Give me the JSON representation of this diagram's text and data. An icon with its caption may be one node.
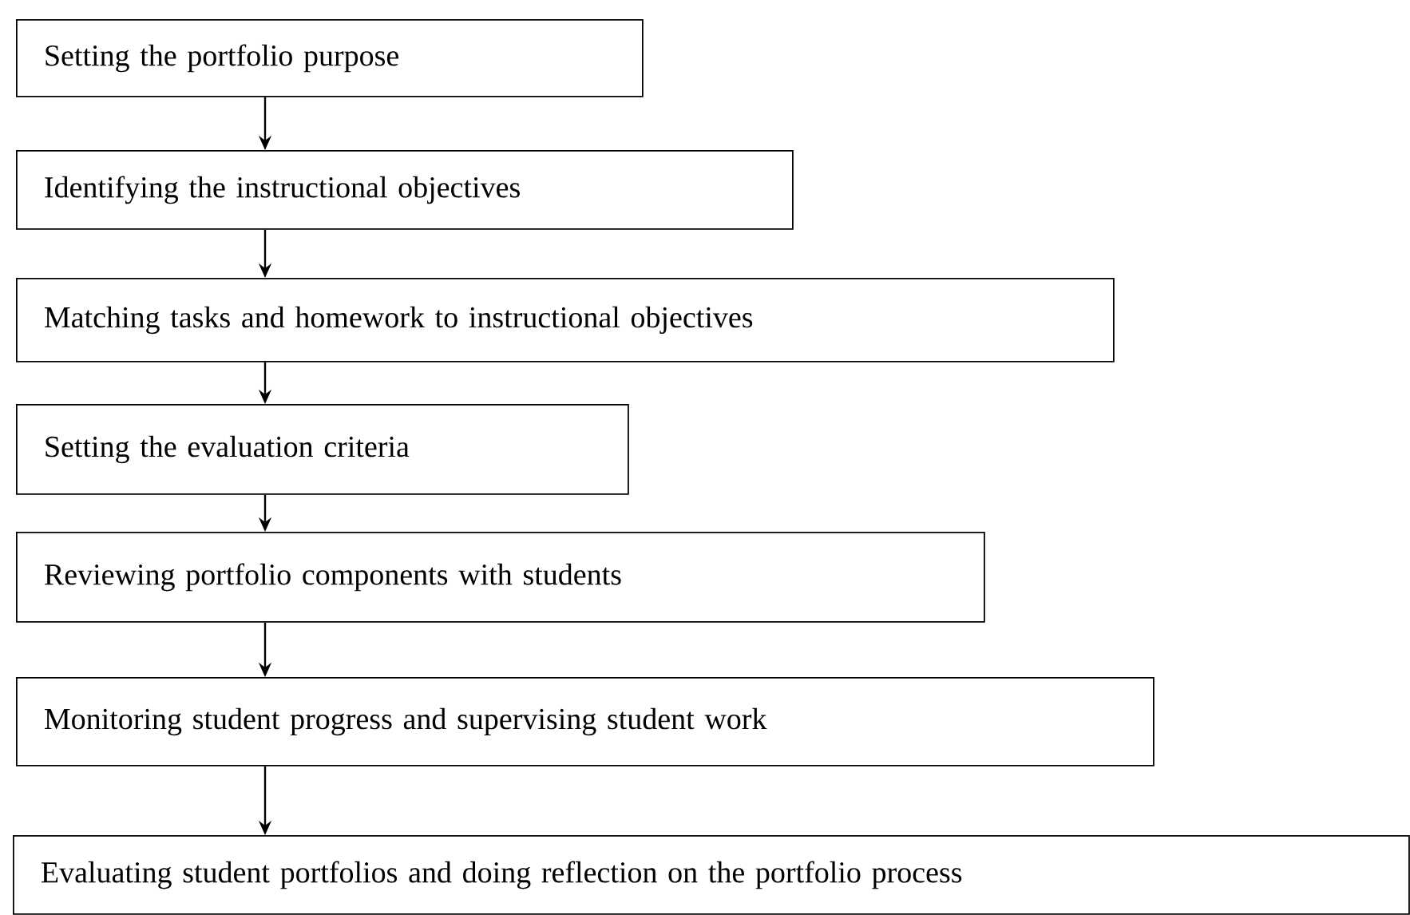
{
  "diagram": {
    "nodes": [
      {
        "text": [
          "Setting the portfolio purpose"
        ]
      },
      {
        "text": [
          "Identifying the instructional objectives"
        ]
      },
      {
        "text": [
          "Matching tasks and homework to instructional objectives"
        ]
      },
      {
        "text": [
          "Setting the evaluation criteria"
        ]
      },
      {
        "text": [
          "Reviewing portfolio components with students"
        ]
      },
      {
        "text": [
          "Monitoring student progress and supervising student work"
        ]
      },
      {
        "text": [
          "Evaluating student portfolios and doing reflection on the portfolio process"
        ]
      }
    ],
    "edges": [
      {
        "from": 0,
        "to": 1,
        "arrow": "to"
      },
      {
        "from": 1,
        "to": 2,
        "arrow": "to"
      },
      {
        "from": 2,
        "to": 3,
        "arrow": "to"
      },
      {
        "from": 3,
        "to": 4,
        "arrow": "to"
      },
      {
        "from": 4,
        "to": 5,
        "arrow": "to"
      },
      {
        "from": 5,
        "to": 6,
        "arrow": "to"
      }
    ]
  }
}
